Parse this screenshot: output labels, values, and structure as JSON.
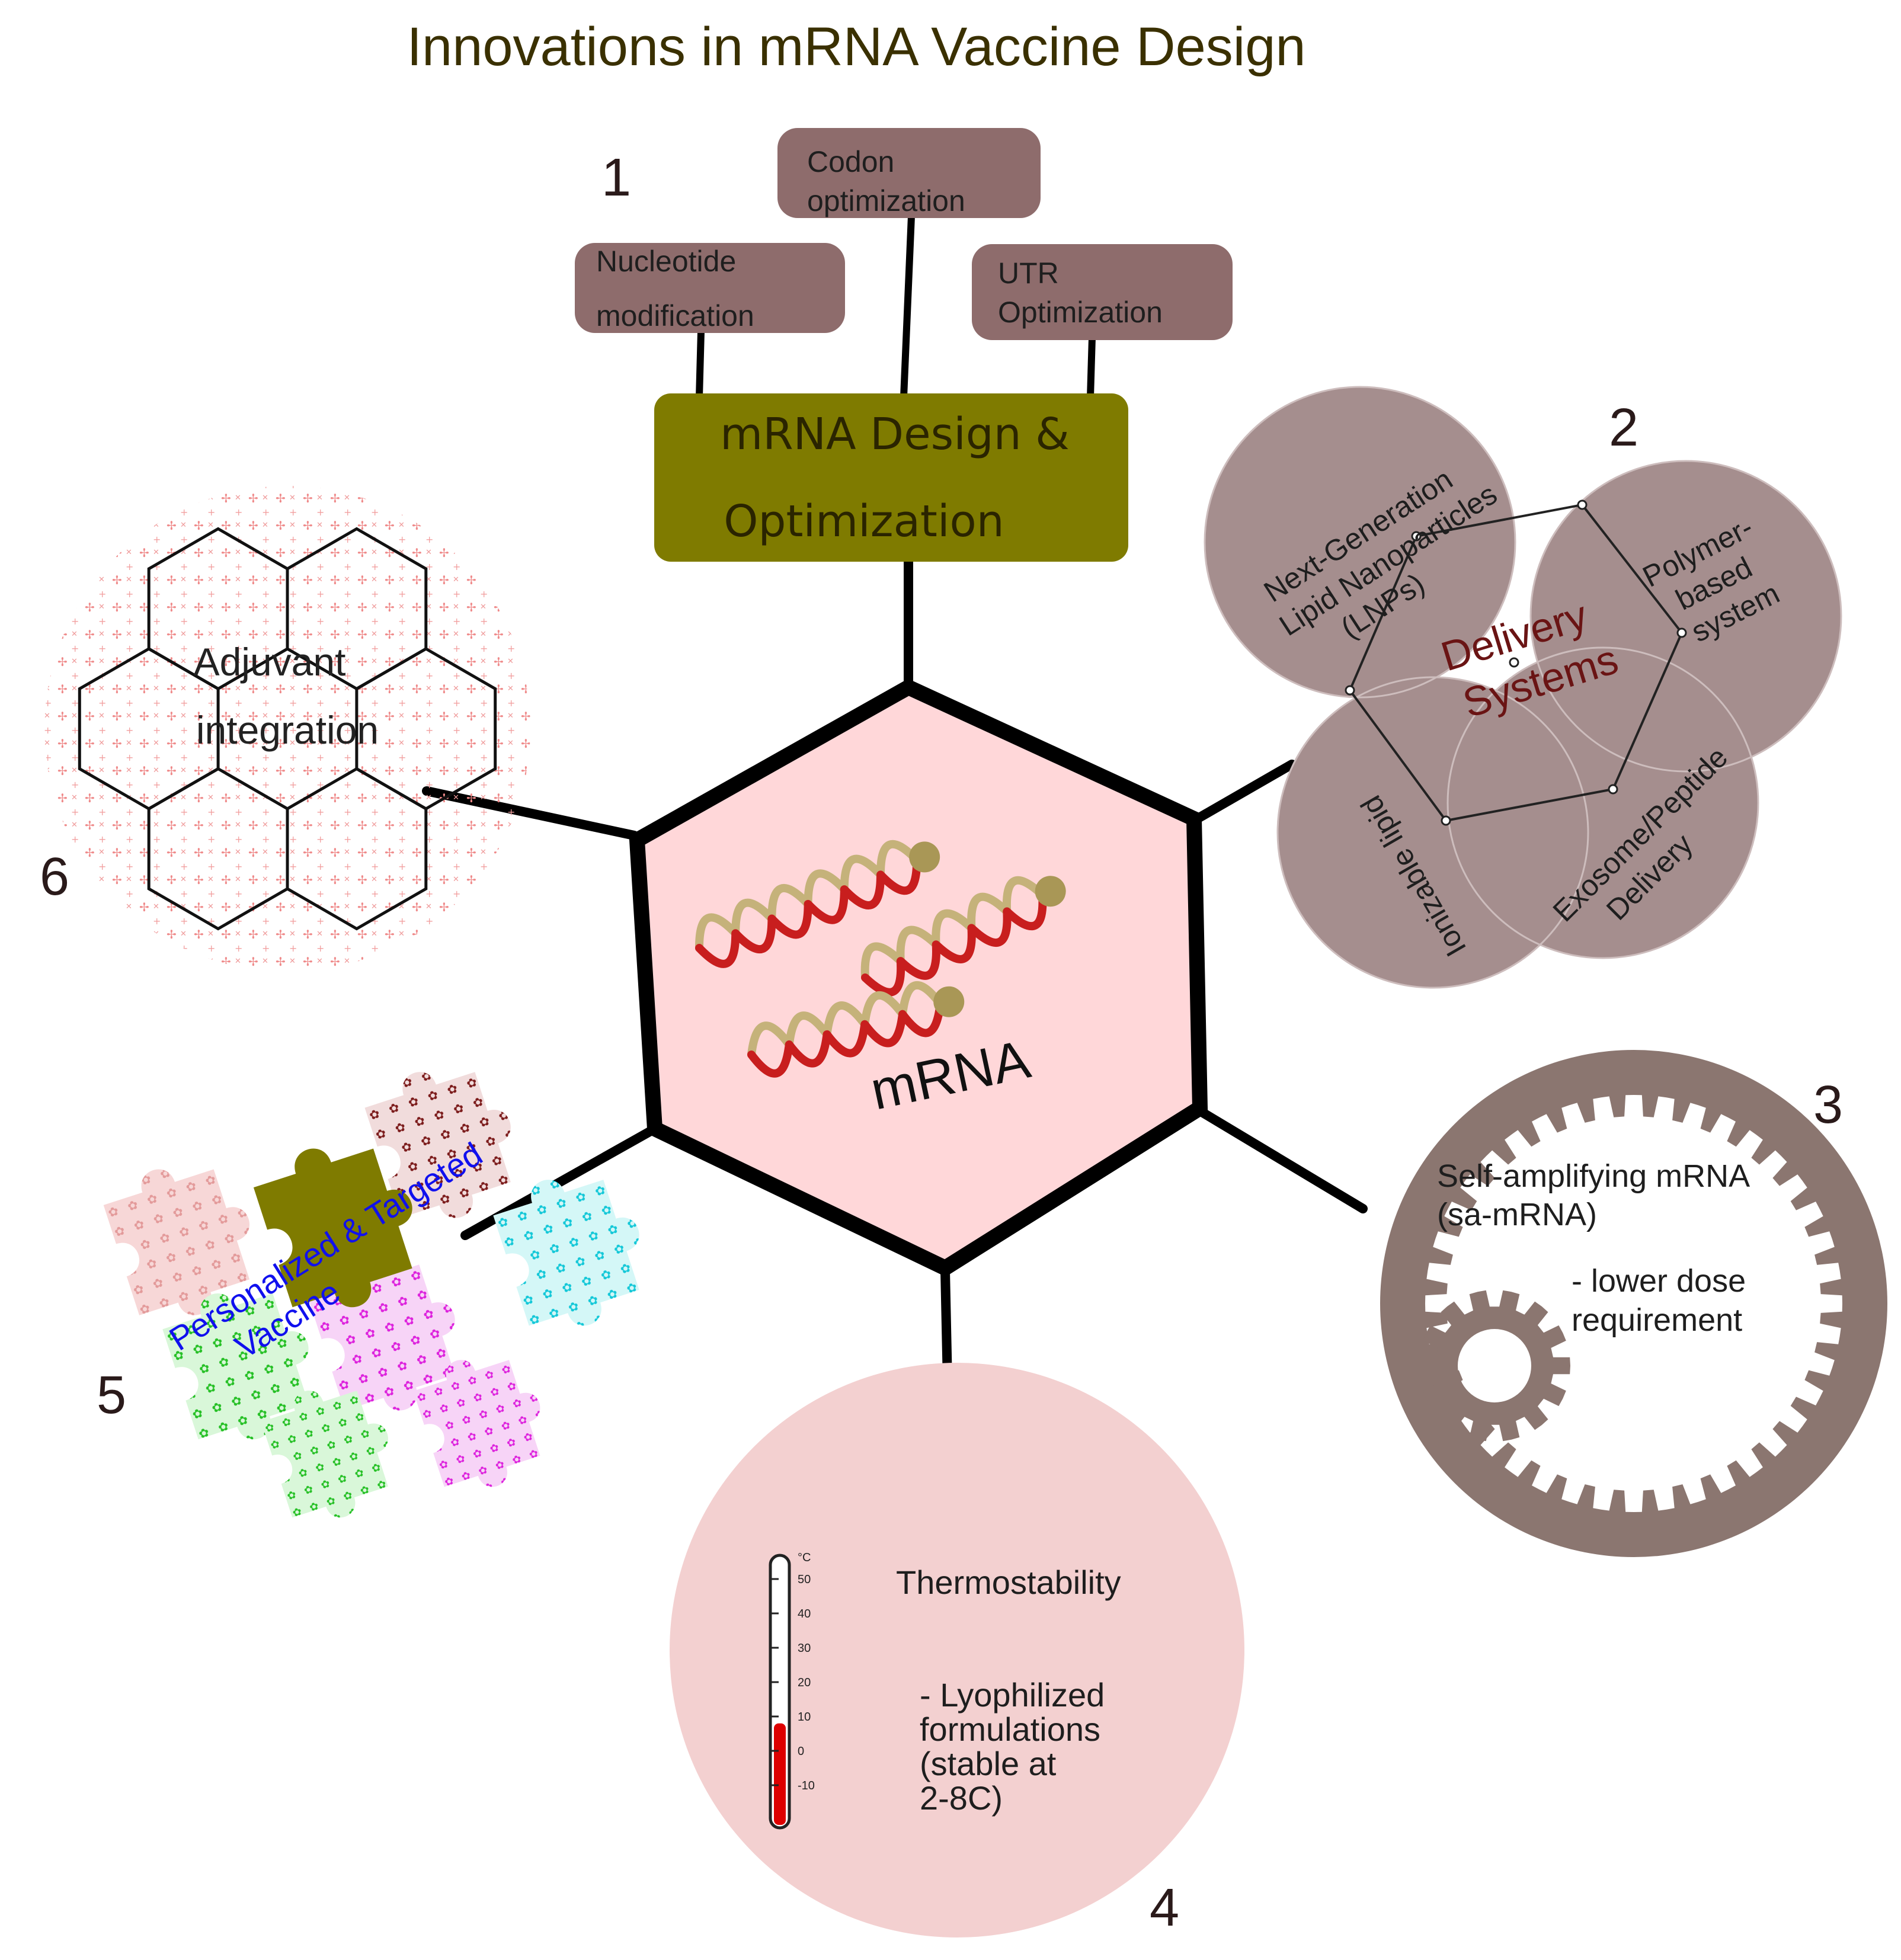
{
  "title": "Innovations in mRNA Vaccine Design",
  "center": {
    "label": "mRNA"
  },
  "colors": {
    "hexagon_fill": "#ffd7d9",
    "olive": "#7f7b00",
    "mauve_box": "#8e6c6c",
    "delivery_circle": "#a58e8e",
    "delivery_text": "#6a1414",
    "gear": "#8b7670",
    "thermo_circle": "#f3d0d0",
    "thermo_red": "#dd0000",
    "personalized_text": "#1010ee",
    "adjuvant_pattern": "#ef8a8a",
    "title_color": "#3a3000"
  },
  "sections": {
    "design": {
      "number": "1",
      "main_line1": "mRNA Design &",
      "main_line2": "Optimization",
      "sub_nucleotide_1": "Nucleotide",
      "sub_nucleotide_2": "modification",
      "sub_codon_1": "Codon",
      "sub_codon_2": "optimization",
      "sub_utr_1": "UTR",
      "sub_utr_2": "Optimization"
    },
    "delivery": {
      "number": "2",
      "title_line1": "Delivery",
      "title_line2": "Systems",
      "lnp_line1": "Next-Generation",
      "lnp_line2": "Lipid Nanoparticles",
      "lnp_line3": "(LNPs)",
      "polymer_line1": "Polymer-",
      "polymer_line2": "based",
      "polymer_line3": "system",
      "exosome_line1": "Exosome/Peptide",
      "exosome_line2": "Delivery",
      "ionizable": "Ionizable lipid"
    },
    "saRNA": {
      "number": "3",
      "line1": "Self-amplifying mRNA",
      "line2": "(sa-mRNA)",
      "line3": "- lower dose",
      "line4": "requirement"
    },
    "thermo": {
      "number": "4",
      "title": "Thermostability",
      "line1": "- Lyophilized",
      "line2": "formulations",
      "line3": "(stable at",
      "line4": "2-8C)",
      "unit": "°C",
      "ticks": [
        "50",
        "40",
        "30",
        "20",
        "10",
        "0",
        "-10"
      ],
      "reading_celsius": 8
    },
    "personalized": {
      "number": "5",
      "line1": "Personalized & Targeted",
      "line2": "Vaccine"
    },
    "adjuvant": {
      "number": "6",
      "line1": "Adjuvant",
      "line2": "integration"
    }
  }
}
